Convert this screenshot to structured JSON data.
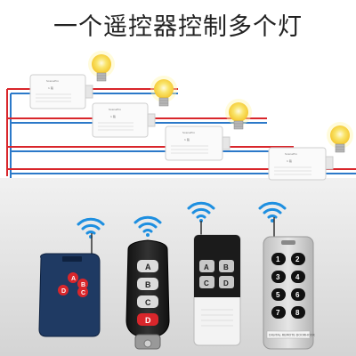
{
  "title": "一个遥控器控制多个灯",
  "modules": [
    {
      "brand": "ScenePro",
      "model": "1 路"
    },
    {
      "brand": "ScenePro",
      "model": "1 路"
    },
    {
      "brand": "ScenePro",
      "model": "1 路"
    },
    {
      "brand": "ScenePro",
      "model": "1 路"
    }
  ],
  "remotes": [
    {
      "type": "blue-4-button",
      "buttons": [
        "A",
        "B",
        "D",
        "C"
      ]
    },
    {
      "type": "black-4-button",
      "buttons": [
        "A",
        "B",
        "C",
        "D"
      ]
    },
    {
      "type": "black-white-4-button",
      "buttons": [
        "A",
        "B",
        "C",
        "D"
      ]
    },
    {
      "type": "grey-8-button",
      "buttons": [
        "1",
        "2",
        "3",
        "4",
        "5",
        "6",
        "7",
        "8"
      ],
      "label": "DIGITAL REMOTE DOORHOOK"
    }
  ],
  "colors": {
    "wire_red": "#d9262b",
    "wire_blue": "#2b79c9",
    "bulb_glow": "#f7d94c",
    "wifi_blue": "#1e8fe0",
    "remote_navy": "#1f3a63",
    "button_red": "#d9262b"
  }
}
